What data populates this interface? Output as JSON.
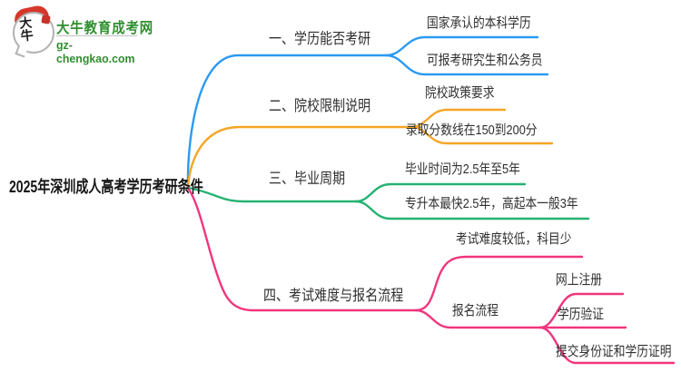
{
  "logo": {
    "icon_chars": "大牛",
    "site_name": "大牛教育成考网",
    "site_domain": "gz-chengkao.com"
  },
  "mindmap": {
    "root_label": "2025年深圳成人高考学历考研条件",
    "branches": [
      {
        "label": "一、学历能否考研",
        "color": "#2b9af3",
        "children": [
          {
            "label": "国家承认的本科学历"
          },
          {
            "label": "可报考研究生和公务员"
          }
        ]
      },
      {
        "label": "二、院校限制说明",
        "color": "#f6a525",
        "children": [
          {
            "label": "院校政策要求"
          },
          {
            "label": "录取分数线在150到200分"
          }
        ]
      },
      {
        "label": "三、毕业周期",
        "color": "#25b272",
        "children": [
          {
            "label": "毕业时间为2.5年至5年"
          },
          {
            "label": "专升本最快2.5年，高起本一般3年"
          }
        ]
      },
      {
        "label": "四、考试难度与报名流程",
        "color": "#f1357e",
        "children": [
          {
            "label": "考试难度较低，科目少"
          },
          {
            "label": "报名流程",
            "children": [
              {
                "label": "网上注册"
              },
              {
                "label": "学历验证"
              },
              {
                "label": "提交身份证和学历证明"
              }
            ]
          }
        ]
      }
    ]
  }
}
